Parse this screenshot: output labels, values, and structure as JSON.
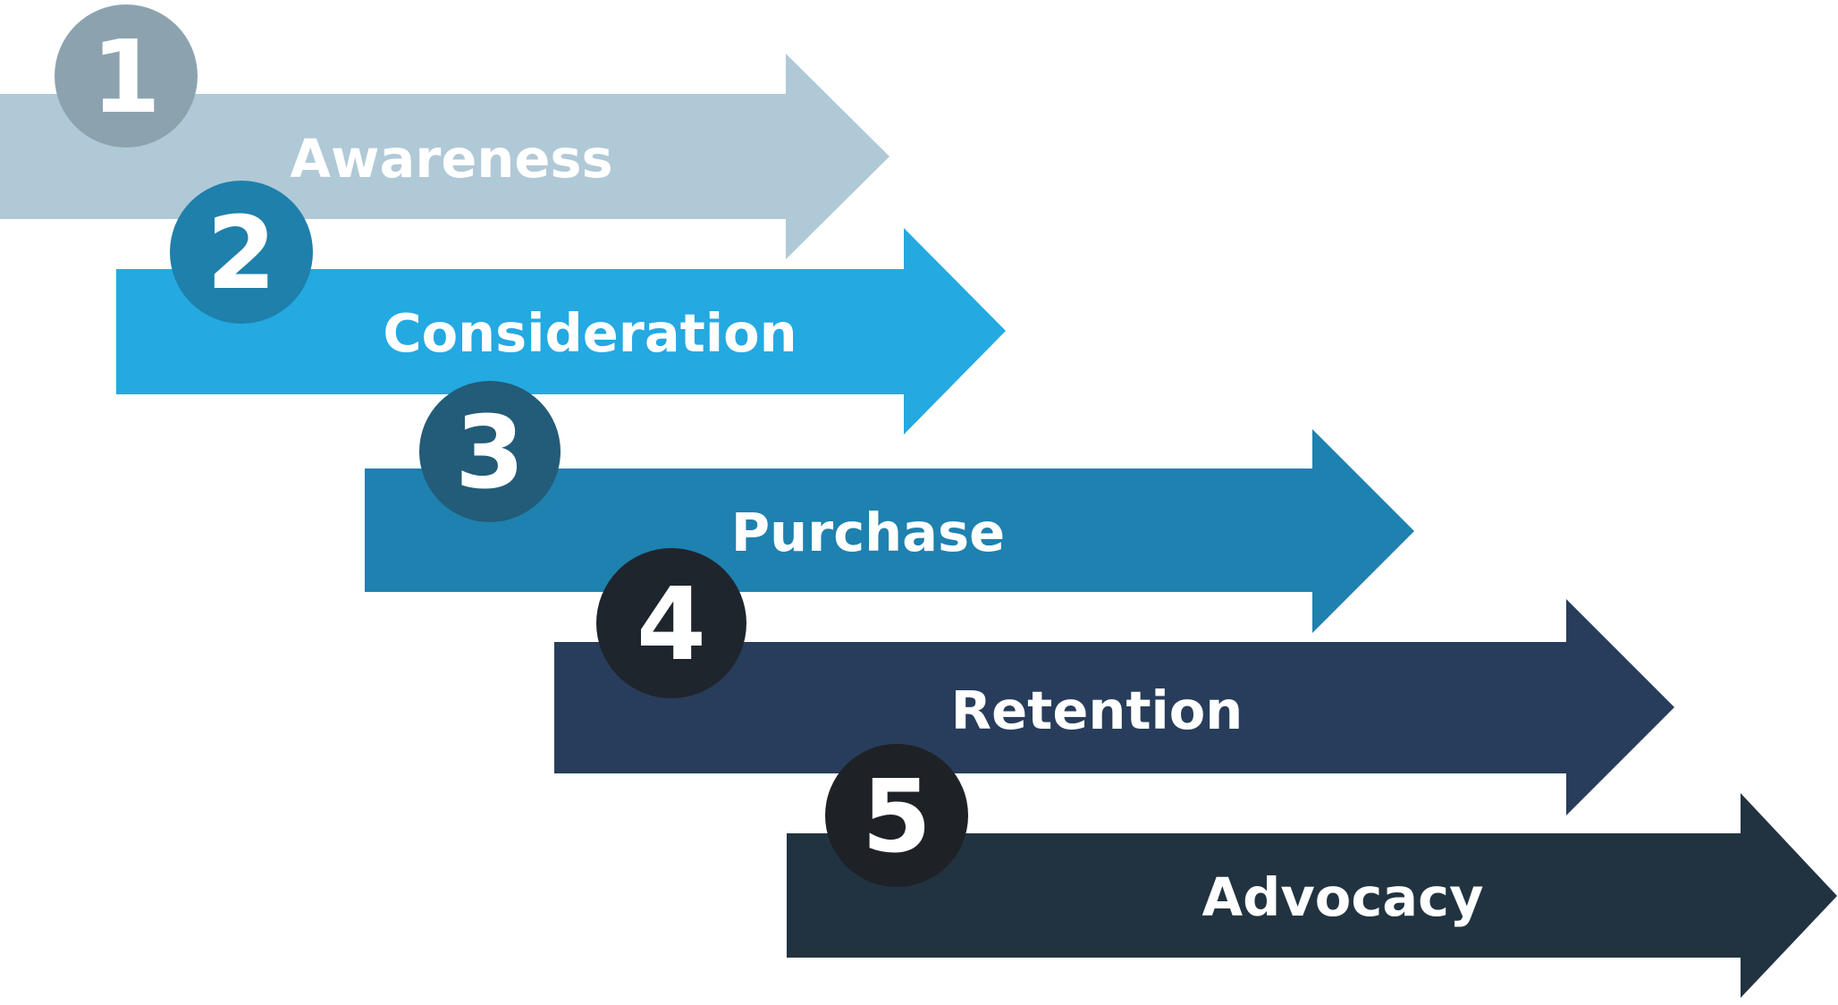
{
  "stages": [
    {
      "number": "1",
      "label": "Awareness",
      "arrow_color": "#B0C9D7",
      "circle_color": "#8CA3AF"
    },
    {
      "number": "2",
      "label": "Consideration",
      "arrow_color": "#24A9E1",
      "circle_color": "#1E80AB"
    },
    {
      "number": "3",
      "label": "Purchase",
      "arrow_color": "#1E81AF",
      "circle_color": "#225C78"
    },
    {
      "number": "4",
      "label": "Retention",
      "arrow_color": "#283D5B",
      "circle_color": "#1F252D"
    },
    {
      "number": "5",
      "label": "Advocacy",
      "arrow_color": "#213340",
      "circle_color": "#1E2126"
    }
  ]
}
